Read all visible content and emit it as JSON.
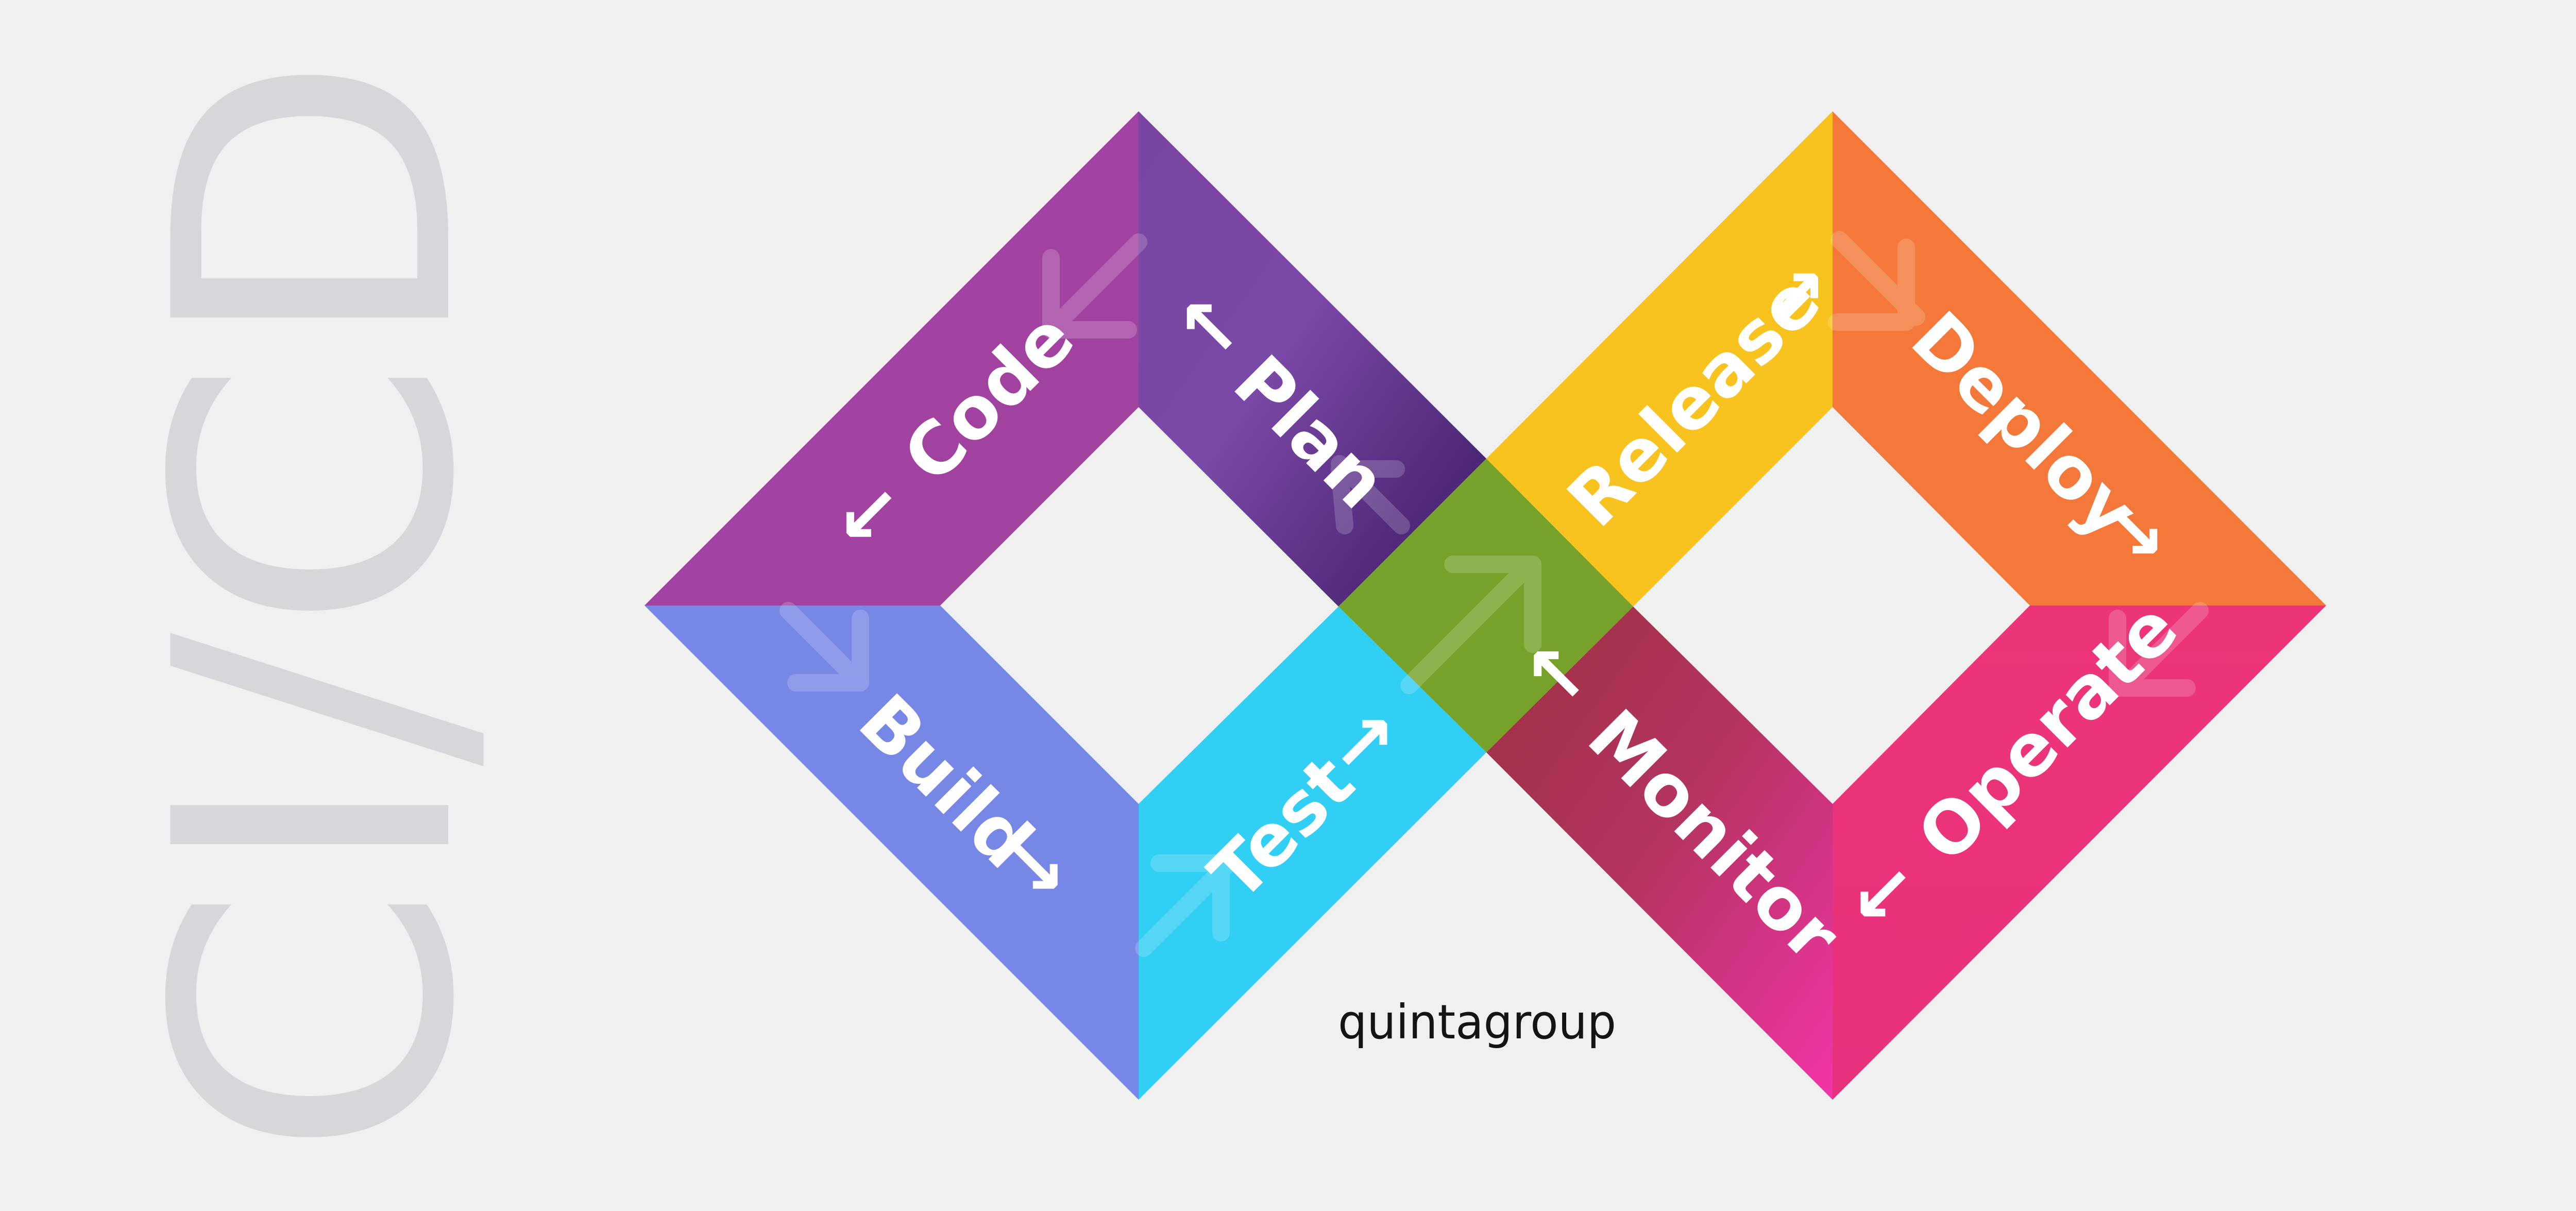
{
  "side_title": "CI/CD",
  "brand": "quintagroup",
  "stages": [
    {
      "id": "code",
      "label": "Code",
      "arrow": "↙",
      "color": "#a142a0"
    },
    {
      "id": "plan",
      "label": "Plan",
      "arrow": "↖",
      "color": "#7945a3"
    },
    {
      "id": "build",
      "label": "Build",
      "arrow": "↘",
      "color": "#7787e5"
    },
    {
      "id": "test",
      "label": "Test",
      "arrow": "↗",
      "color": "#32cff4"
    },
    {
      "id": "release",
      "label": "Release",
      "arrow": "↗",
      "color": "#f8c31f"
    },
    {
      "id": "deploy",
      "label": "Deploy",
      "arrow": "↘",
      "color": "#f3783a"
    },
    {
      "id": "monitor",
      "label": "Monitor",
      "arrow": "↖",
      "color": "#bb3363"
    },
    {
      "id": "operate",
      "label": "Operate",
      "arrow": "↙",
      "color": "#ec3579"
    }
  ],
  "center_color": "#76a22a",
  "background_color": "#f0f0f0"
}
